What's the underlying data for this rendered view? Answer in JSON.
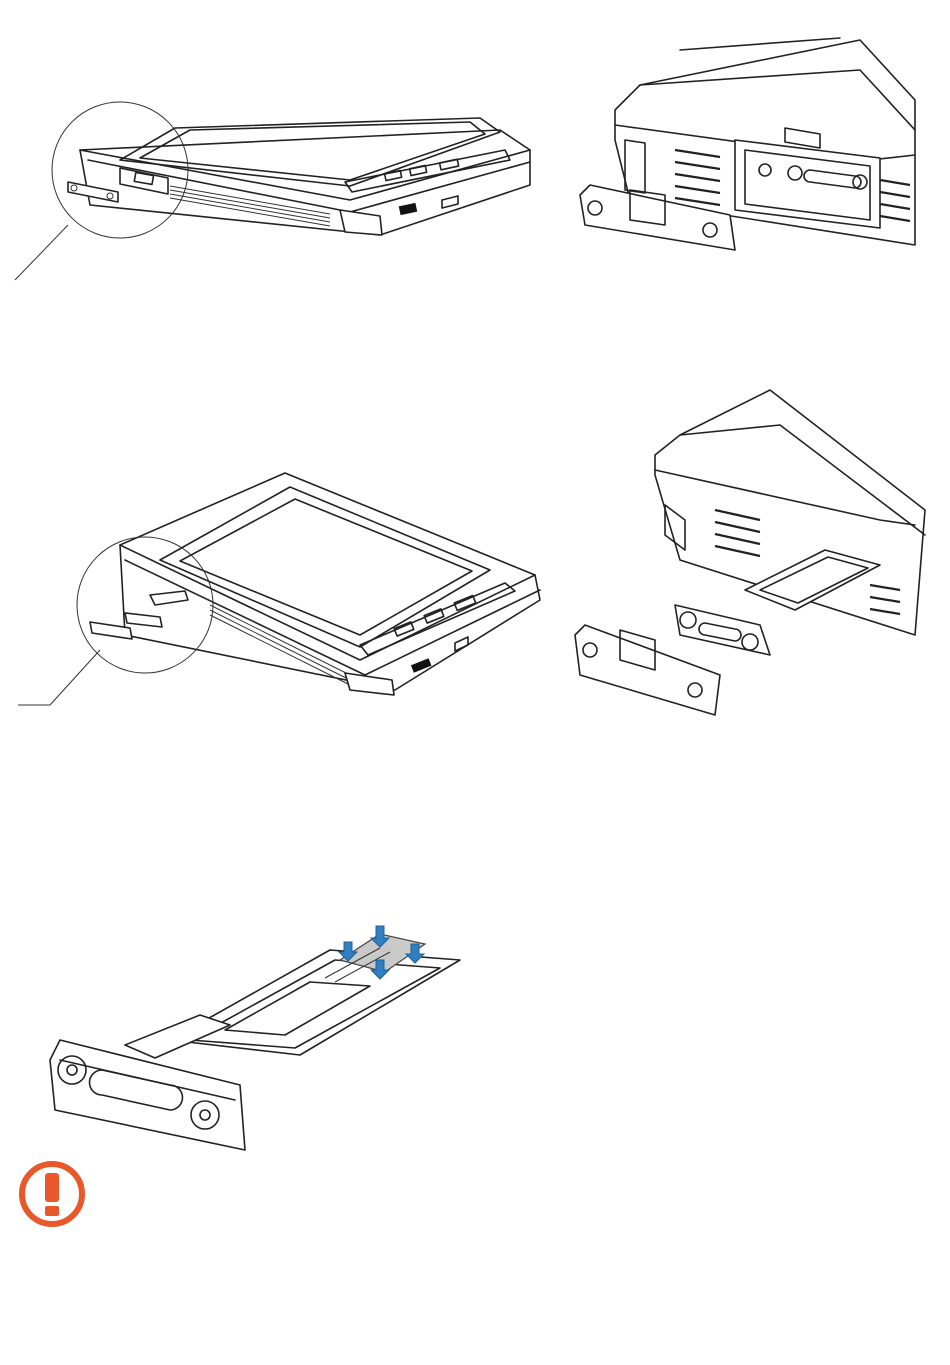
{
  "figures": [
    {
      "id": "tablet-closed-overview",
      "icon": "tablet-device-icon"
    },
    {
      "id": "closed-cover-detail",
      "icon": "sim-cover-closed-icon"
    },
    {
      "id": "tablet-open-overview",
      "icon": "tablet-device-icon"
    },
    {
      "id": "open-cover-tray-detail",
      "icon": "sim-tray-ejected-icon"
    },
    {
      "id": "sim-tray-insert",
      "icon": "sim-tray-icon"
    }
  ],
  "colors": {
    "line": "#222222",
    "sim_card": "#c9c9c9",
    "arrow_blue": "#2f7fc1",
    "warning": "#e8582a"
  },
  "warning": {
    "icon": "warning-exclamation-icon"
  }
}
